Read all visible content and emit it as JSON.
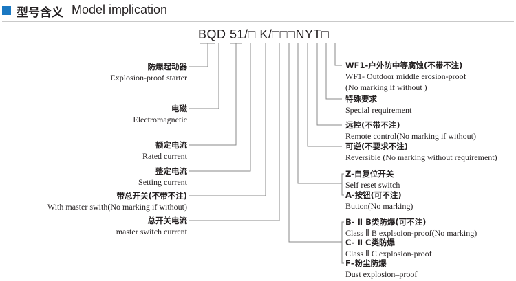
{
  "header": {
    "title_cn": "型号含义",
    "title_en": "Model implication",
    "accent_color": "#1a78c2"
  },
  "model_code": "BQD 51/□ K/□□□NYT□",
  "labels_left": [
    {
      "cn": "防爆起动器",
      "en": "Explosion-proof starter"
    },
    {
      "cn": "电磁",
      "en": "Electromagnetic"
    },
    {
      "cn": "额定电流",
      "en": "Rated current"
    },
    {
      "cn": "整定电流",
      "en": "Setting current"
    },
    {
      "cn": "带总开关(不带不注)",
      "en": "With master swith(No marking if without)"
    },
    {
      "cn": "总开关电流",
      "en": "master switch current"
    }
  ],
  "labels_right": [
    {
      "cn": "WF1-户外防中等腐蚀(不带不注)",
      "en": "WF1- Outdoor middle erosion-proof",
      "en2": "(No marking  if without )"
    },
    {
      "cn": "特殊要求",
      "en": "Special requirement"
    },
    {
      "cn": "远控(不带不注)",
      "en": "Remote control(No marking if without)"
    },
    {
      "cn": "可逆(不要求不注)",
      "en": "Reversible (No marking without requirement)"
    },
    {
      "cn": "Z-自复位开关",
      "en": "Self reset switch"
    },
    {
      "cn": "A-按钮(可不注)",
      "en": "Button(No marking)"
    },
    {
      "cn": "B- Ⅱ B类防爆(可不注)",
      "en": "Class Ⅱ B  explsoion-proof(No marking)"
    },
    {
      "cn": "C- Ⅱ C类防爆",
      "en": "Class Ⅱ C explosion-proof"
    },
    {
      "cn": "F–粉尘防爆",
      "en": "Dust explosion–proof"
    }
  ]
}
